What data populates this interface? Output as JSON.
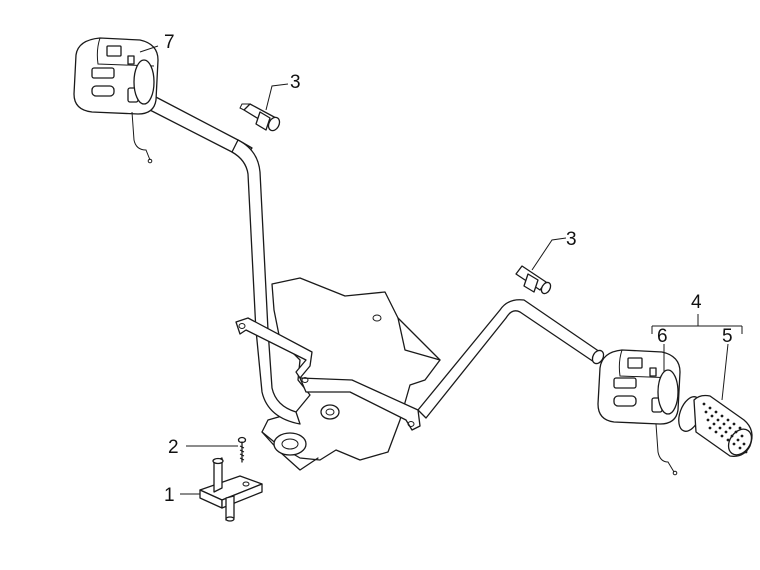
{
  "callouts": [
    {
      "id": "1",
      "text": "1"
    },
    {
      "id": "2",
      "text": "2"
    },
    {
      "id": "3a",
      "text": "3"
    },
    {
      "id": "3b",
      "text": "3"
    },
    {
      "id": "4",
      "text": "4"
    },
    {
      "id": "5",
      "text": "5"
    },
    {
      "id": "6",
      "text": "6"
    },
    {
      "id": "7",
      "text": "7"
    }
  ]
}
